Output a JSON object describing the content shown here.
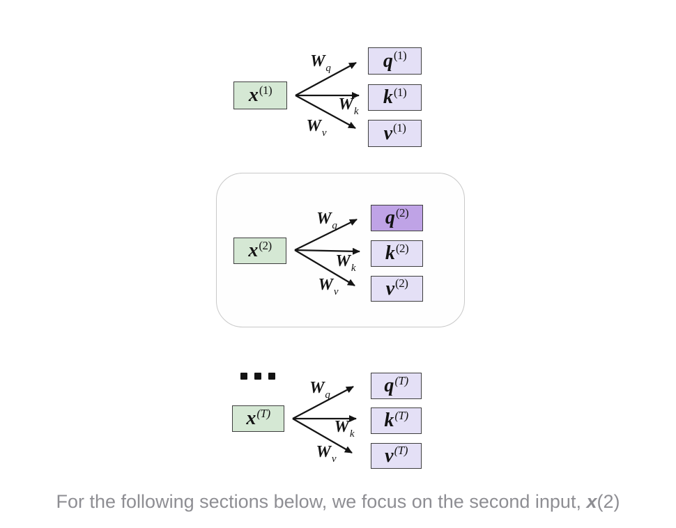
{
  "diagram": {
    "title_semantic": "qkv-projection-diagram",
    "colors": {
      "input_fill": "#d5e8d4",
      "output_fill": "#e4e0f6",
      "highlight_fill": "#bfa3e6",
      "box_border": "#3d3d3d",
      "arrow": "#141414",
      "frame_border": "#c8c8c8",
      "caption_gray": "#8e8e93"
    },
    "ellipsis": "...",
    "groups": [
      {
        "input": {
          "base": "x",
          "sup": "(1)"
        },
        "weights": {
          "q": {
            "base": "W",
            "sub": "q"
          },
          "k": {
            "base": "W",
            "sub": "k"
          },
          "v": {
            "base": "W",
            "sub": "v"
          }
        },
        "outputs": {
          "q": {
            "base": "q",
            "sup": "(1)"
          },
          "k": {
            "base": "k",
            "sup": "(1)"
          },
          "v": {
            "base": "v",
            "sup": "(1)"
          }
        }
      },
      {
        "focused": true,
        "input": {
          "base": "x",
          "sup": "(2)"
        },
        "weights": {
          "q": {
            "base": "W",
            "sub": "q"
          },
          "k": {
            "base": "W",
            "sub": "k"
          },
          "v": {
            "base": "W",
            "sub": "v"
          }
        },
        "outputs": {
          "q": {
            "base": "q",
            "sup": "(2)",
            "highlight": true
          },
          "k": {
            "base": "k",
            "sup": "(2)"
          },
          "v": {
            "base": "v",
            "sup": "(2)"
          }
        }
      },
      {
        "input": {
          "base": "x",
          "sup": "(T)"
        },
        "weights": {
          "q": {
            "base": "W",
            "sub": "q"
          },
          "k": {
            "base": "W",
            "sub": "k"
          },
          "v": {
            "base": "W",
            "sub": "v"
          }
        },
        "outputs": {
          "q": {
            "base": "q",
            "sup": "(T)"
          },
          "k": {
            "base": "k",
            "sup": "(T)"
          },
          "v": {
            "base": "v",
            "sup": "(T)"
          }
        }
      }
    ]
  },
  "caption": {
    "before": "For the following sections below, we focus on the second input, ",
    "emph": "x",
    "suffix": "(2)"
  }
}
